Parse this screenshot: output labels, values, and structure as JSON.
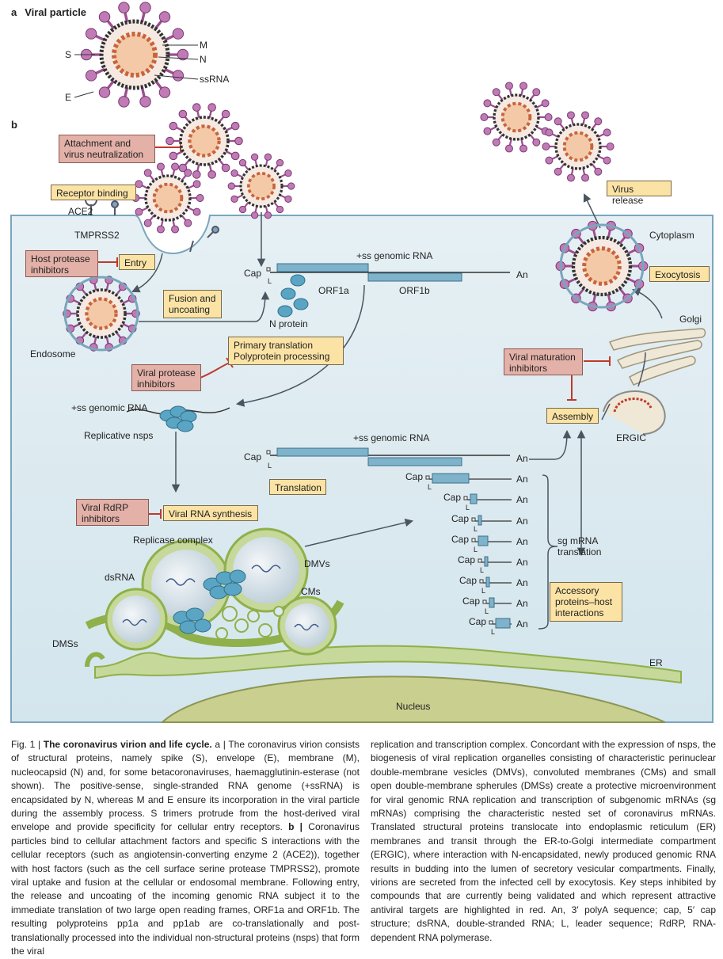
{
  "panel_a": {
    "letter": "a",
    "title": "Viral particle",
    "labels": {
      "S": "S",
      "M": "M",
      "N": "N",
      "ssRNA": "ssRNA",
      "E": "E"
    }
  },
  "panel_b": {
    "letter": "b"
  },
  "colors": {
    "cytoplasm": "#dbeaf0",
    "cytoplasm_top": "#e9f2f5",
    "membrane": "#7aa6bd",
    "yellow_box": "#fbe3a5",
    "red_box": "#e3b1a8",
    "inhibitor": "#c0392b",
    "er_green": "#8fb04a",
    "er_fill": "#c6d89a",
    "nucleus": "#c9cf8e",
    "spike": "#9c4e8f",
    "rna_orange": "#c8643a",
    "protein_blue": "#5aa5c4",
    "orf_blue": "#7fb3cc"
  },
  "labels": {
    "ace2": "ACE2",
    "tmprss2": "TMPRSS2",
    "endosome": "Endosome",
    "cytoplasm": "Cytoplasm",
    "cap": "Cap",
    "l": "L",
    "an": "An",
    "ss_genomic_rna": "+ss genomic RNA",
    "orf1a": "ORF1a",
    "orf1b": "ORF1b",
    "n_protein": "N protein",
    "replicative_nsps": "Replicative nsps",
    "replicase_complex": "Replicase complex",
    "dsrna": "dsRNA",
    "dmvs": "DMVs",
    "cms": "CMs",
    "dmss": "DMSs",
    "er": "ER",
    "nucleus": "Nucleus",
    "golgi": "Golgi",
    "ergic": "ERGIC",
    "sg_mrna_translation": "sg mRNA translation"
  },
  "boxes": {
    "attachment": "Attachment and virus neutralization",
    "receptor_binding": "Receptor binding",
    "host_protease": "Host protease inhibitors",
    "entry": "Entry",
    "fusion": "Fusion and uncoating",
    "primary_translation": "Primary translation Polyprotein processing",
    "viral_protease": "Viral protease inhibitors",
    "translation": "Translation",
    "viral_rdrp": "Viral RdRP inhibitors",
    "viral_rna_synthesis": "Viral RNA synthesis",
    "virus_release": "Virus release",
    "exocytosis": "Exocytosis",
    "viral_maturation": "Viral maturation inhibitors",
    "assembly": "Assembly",
    "accessory": "Accessory proteins–host interactions"
  },
  "caption": {
    "fig": "Fig. 1 | ",
    "title": "The coronavirus virion and life cycle.",
    "part_a": " a | The coronavirus virion consists of structural proteins, namely spike (S), envelope (E), membrane (M), nucleocapsid (N) and, for some betacoronaviruses, haemagglutinin-esterase (not shown). The positive-sense, single-stranded RNA genome (+ssRNA) is encapsidated by N, whereas M and E ensure its incorporation in the viral particle during the assembly process. S trimers protrude from the host-derived viral envelope and provide specificity for cellular entry receptors.",
    "part_b_label": " b | ",
    "part_b": "Coronavirus particles bind to cellular attachment factors and specific S interactions with the cellular receptors (such as angiotensin-converting enzyme 2 (ACE2)), together with host factors (such as the cell surface serine protease TMPRSS2), promote viral uptake and fusion at the cellular or endosomal membrane. Following entry, the release and uncoating of the incoming genomic RNA subject it to the immediate translation of two large open reading frames, ORF1a and ORF1b. The resulting polyproteins pp1a and pp1ab are co-translationally and post-translationally processed into the individual non-structural proteins (nsps) that form the viral",
    "right": "replication and transcription complex. Concordant with the expression of nsps, the biogenesis of viral replication organelles consisting of characteristic perinuclear double-membrane vesicles (DMVs), convoluted membranes (CMs) and small open double-membrane spherules (DMSs) create a protective microenvironment for viral genomic RNA replication and transcription of subgenomic mRNAs (sg mRNAs) comprising the characteristic nested set of coronavirus mRNAs. Translated structural proteins translocate into endoplasmic reticulum (ER) membranes and transit through the ER-to-Golgi intermediate compartment (ERGIC), where interaction with N-encapsidated, newly produced genomic RNA results in budding into the lumen of secretory vesicular compartments. Finally, virions are secreted from the infected cell by exocytosis. Key steps inhibited by compounds that are currently being validated and which represent attractive antiviral targets are highlighted in red. An, 3′ polyA sequence; cap, 5′ cap structure; dsRNA, double-stranded RNA; L, leader sequence; RdRP, RNA-dependent RNA polymerase."
  }
}
